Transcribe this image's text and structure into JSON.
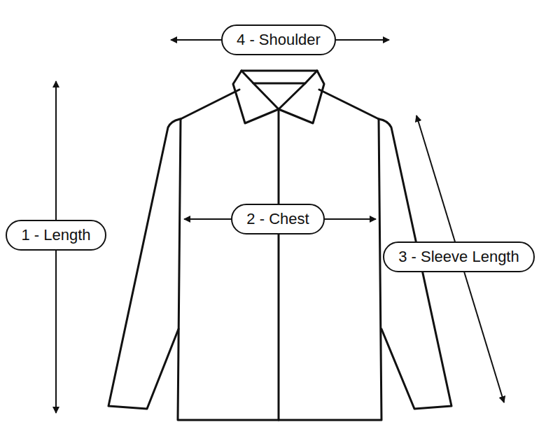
{
  "diagram": {
    "nodes": [
      {
        "text": [
          "4 - Shoulder"
        ]
      },
      {
        "text": [
          "1 - Length"
        ]
      },
      {
        "text": [
          "2 - Chest"
        ]
      },
      {
        "text": [
          "3 - Sleeve Length"
        ]
      }
    ]
  }
}
